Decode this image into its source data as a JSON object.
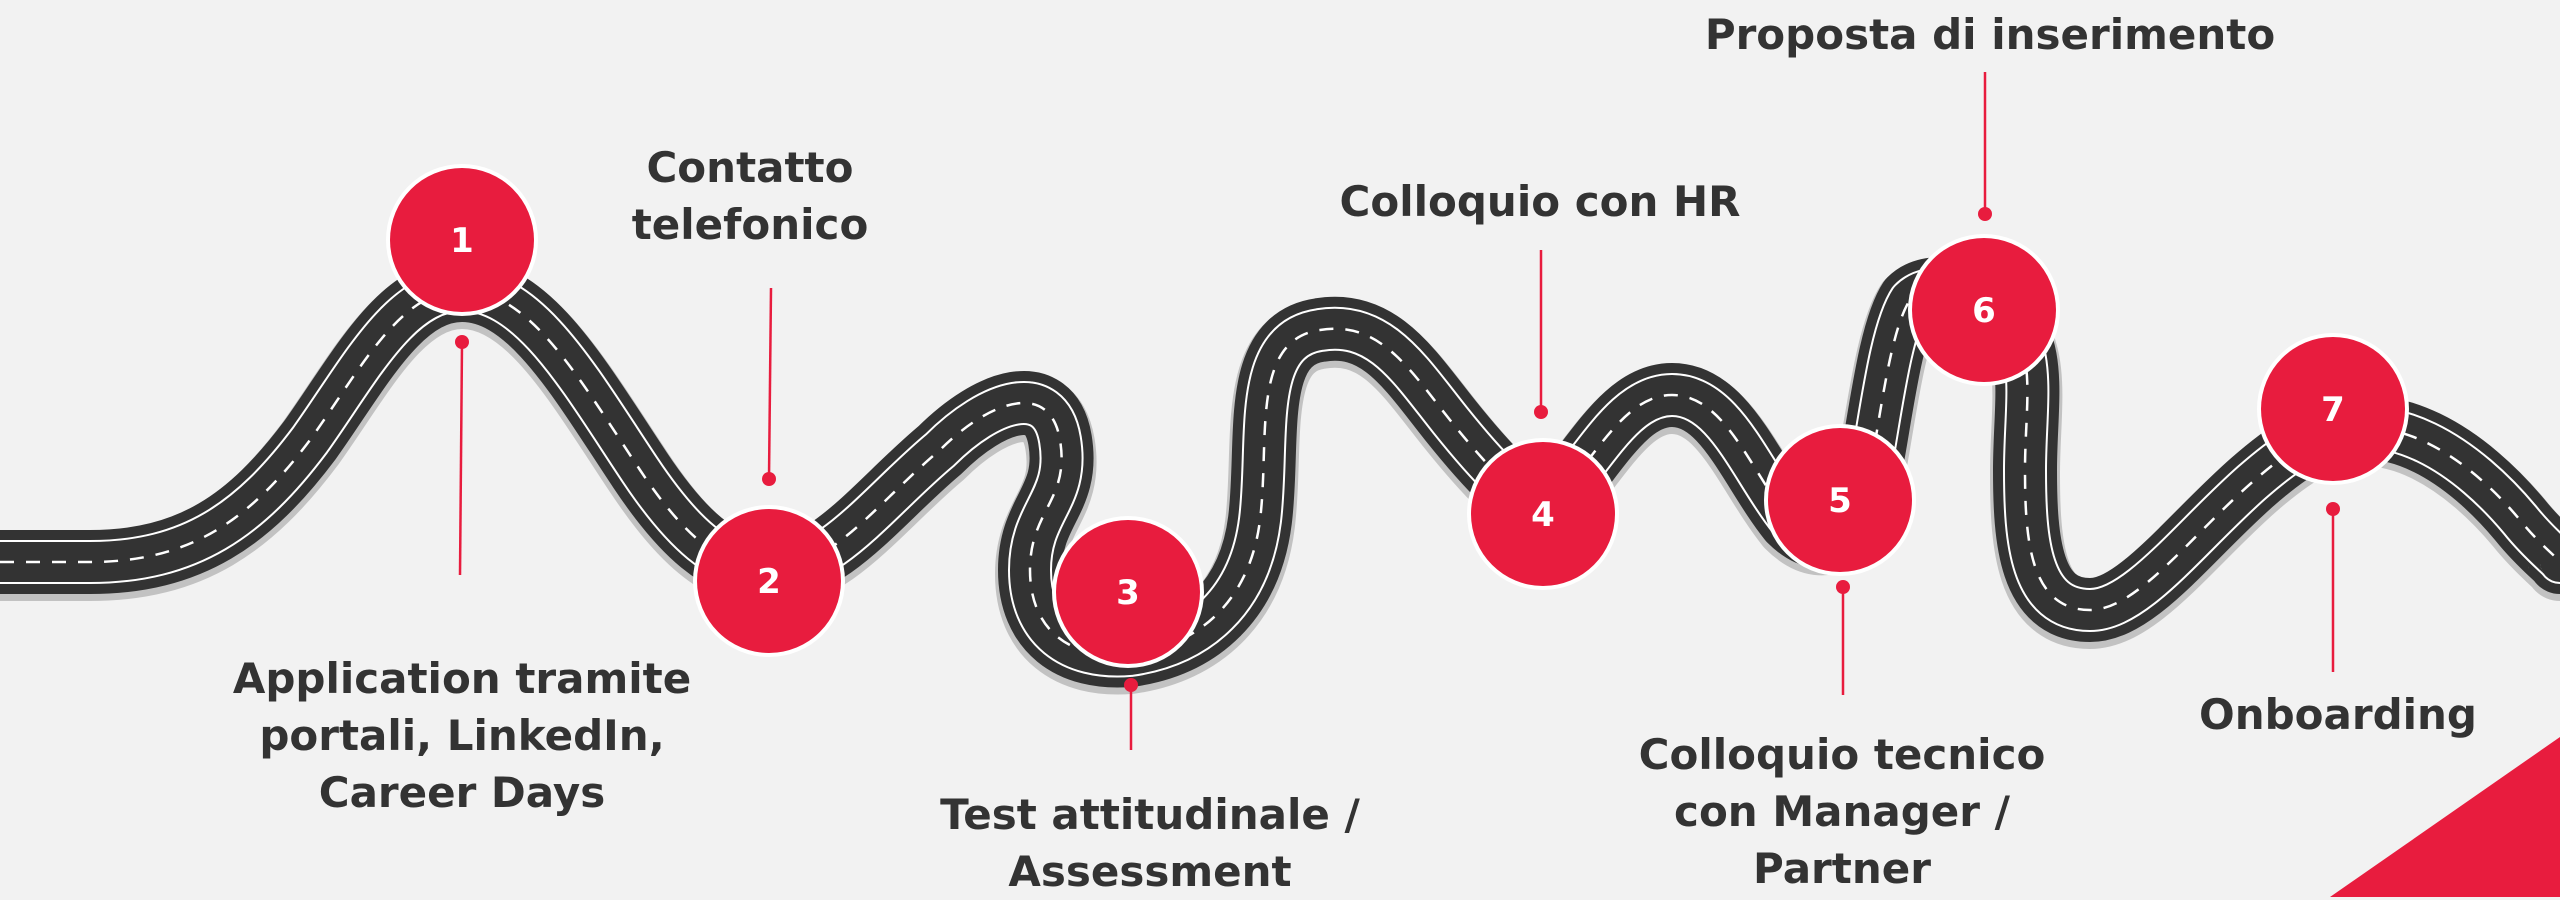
{
  "colors": {
    "accent": "#e81c3e",
    "road": "#333333",
    "road_edge": "#ffffff",
    "background": "#f2f2f2",
    "text": "#333333"
  },
  "steps": [
    {
      "number": "1",
      "lines": [
        "Application tramite",
        "portali, LinkedIn,",
        "Career Days"
      ]
    },
    {
      "number": "2",
      "lines": [
        "Contatto",
        "telefonico"
      ]
    },
    {
      "number": "3",
      "lines": [
        "Test attitudinale /",
        "Assessment"
      ]
    },
    {
      "number": "4",
      "lines": [
        "Colloquio con HR"
      ]
    },
    {
      "number": "5",
      "lines": [
        "Colloquio tecnico",
        "con Manager /",
        "Partner"
      ]
    },
    {
      "number": "6",
      "lines": [
        "Proposta di inserimento"
      ]
    },
    {
      "number": "7",
      "lines": [
        "Onboarding"
      ]
    }
  ]
}
